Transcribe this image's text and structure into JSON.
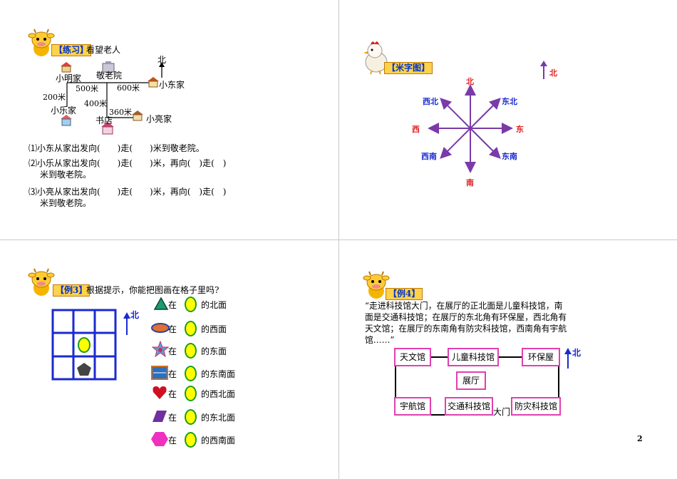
{
  "panel1": {
    "tag": "【练习】",
    "title": "看望老人",
    "north": "北",
    "places": {
      "xiaoming": "小明家",
      "jinglaoyuan": "敬老院",
      "xiaodong": "小东家",
      "xiaole": "小乐家",
      "shudian": "书店",
      "xiaoliang": "小亮家"
    },
    "distances": {
      "d500": "500米",
      "d600": "600米",
      "d200": "200米",
      "d400": "400米",
      "d360": "360米"
    },
    "questions": [
      {
        "line1": "⑴小东从家出发向(　　)走(　　)米到敬老院。",
        "line2": ""
      },
      {
        "line1": "⑵小乐从家出发向(　　)走(　　)米，再向(　)走(　)",
        "line2": "米到敬老院。"
      },
      {
        "line1": "⑶小亮从家出发向(　　)走(　　)米，再向(　)走(　)",
        "line2": "米到敬老院。"
      }
    ]
  },
  "panel2": {
    "tag": "【米字图】",
    "north": "北",
    "dirs": {
      "n": "北",
      "s": "南",
      "e": "东",
      "w": "西",
      "ne": "东北",
      "nw": "西北",
      "se": "东南",
      "sw": "西南"
    },
    "colors": {
      "cardinal": "#e02020",
      "ordinal": "#1a2ad0",
      "arrows": "#7a3aa8"
    }
  },
  "panel3": {
    "tag": "【例3】",
    "prompt": "根据提示，你能把图画在格子里吗?",
    "north": "北",
    "rows": [
      {
        "shape": "triangle-icon",
        "zai": "在",
        "dir": "的北面"
      },
      {
        "shape": "ellipse-icon",
        "zai": "在",
        "dir": "的西面"
      },
      {
        "shape": "star-icon",
        "zai": "在",
        "dir": "的东面"
      },
      {
        "shape": "rectangle-icon",
        "zai": "在",
        "dir": "的东南面"
      },
      {
        "shape": "heart-icon",
        "zai": "在",
        "dir": "的西北面"
      },
      {
        "shape": "parallelogram-icon",
        "zai": "在",
        "dir": "的东北面"
      },
      {
        "shape": "hexagon-icon",
        "zai": "在",
        "dir": "的西南面"
      }
    ]
  },
  "panel4": {
    "tag": "【例4】",
    "paragraph": [
      "“走进科技馆大门，在展厅的正北面是儿童科技馆，南",
      "面是交通科技馆；在展厅的东北角有环保屋，西北角有",
      "天文馆；在展厅的东南角有防灾科技馆，西南角有宇航",
      "馆……”"
    ],
    "north": "北",
    "rooms": {
      "tianwen": "天文馆",
      "ertong": "儿童科技馆",
      "huanbao": "环保屋",
      "zhanting": "展厅",
      "yuhang": "宇航馆",
      "jiaotong": "交通科技馆",
      "damen": "大门",
      "fangzai": "防灾科技馆"
    }
  },
  "page_number": "2"
}
